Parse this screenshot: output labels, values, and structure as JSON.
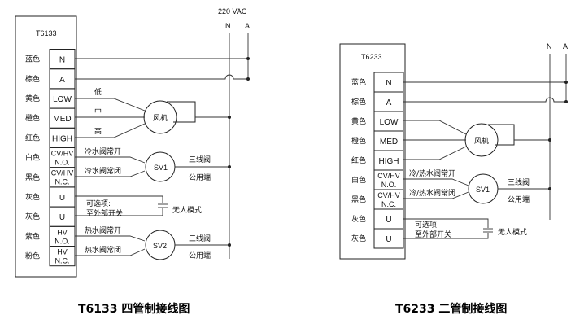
{
  "left": {
    "model": "T6133",
    "power": "220 VAC",
    "n_label": "N",
    "a_label": "A",
    "colors": [
      "蓝色",
      "棕色",
      "黄色",
      "橙色",
      "红色",
      "白色",
      "黑色",
      "灰色",
      "灰色",
      "紫色",
      "粉色"
    ],
    "terminals": [
      {
        "l1": "N"
      },
      {
        "l1": "A"
      },
      {
        "l1": "LOW"
      },
      {
        "l1": "MED"
      },
      {
        "l1": "HIGH"
      },
      {
        "l1": "CV/HV",
        "l2": "N.O."
      },
      {
        "l1": "CV/HV",
        "l2": "N.C."
      },
      {
        "l1": "U"
      },
      {
        "l1": "U"
      },
      {
        "l1": "HV",
        "l2": "N.O."
      },
      {
        "l1": "HV",
        "l2": "N.C."
      }
    ],
    "speed_low": "低",
    "speed_med": "中",
    "speed_high": "高",
    "fan": "风机",
    "sv1": "SV1",
    "sv2": "SV2",
    "cold_no": "冷水阀常开",
    "cold_nc": "冷水阀常闭",
    "hot_no": "热水阀常开",
    "hot_nc": "热水阀常闭",
    "three_way_1": "三线阀",
    "common_1": "公用端",
    "three_way_2": "三线阀",
    "common_2": "公用端",
    "optional_1": "可选项:",
    "optional_2": "至外部开关",
    "unmanned": "无人模式",
    "title": "T6133 四管制接线图"
  },
  "right": {
    "model": "T6233",
    "n_label": "N",
    "a_label": "A",
    "colors": [
      "蓝色",
      "棕色",
      "黄色",
      "橙色",
      "红色",
      "白色",
      "黑色",
      "灰色",
      "灰色"
    ],
    "terminals": [
      {
        "l1": "N"
      },
      {
        "l1": "A"
      },
      {
        "l1": "LOW"
      },
      {
        "l1": "MED"
      },
      {
        "l1": "HIGH"
      },
      {
        "l1": "CV/HV",
        "l2": "N.O."
      },
      {
        "l1": "CV/HV",
        "l2": "N.C."
      },
      {
        "l1": "U"
      },
      {
        "l1": "U"
      }
    ],
    "fan": "风机",
    "sv1": "SV1",
    "valve_no": "冷/热水阀常开",
    "valve_nc": "冷/热水阀常闭",
    "three_way": "三线阀",
    "common": "公用端",
    "optional_1": "可选项:",
    "optional_2": "至外部开关",
    "unmanned": "无人模式",
    "title": "T6233 二管制接线图"
  }
}
